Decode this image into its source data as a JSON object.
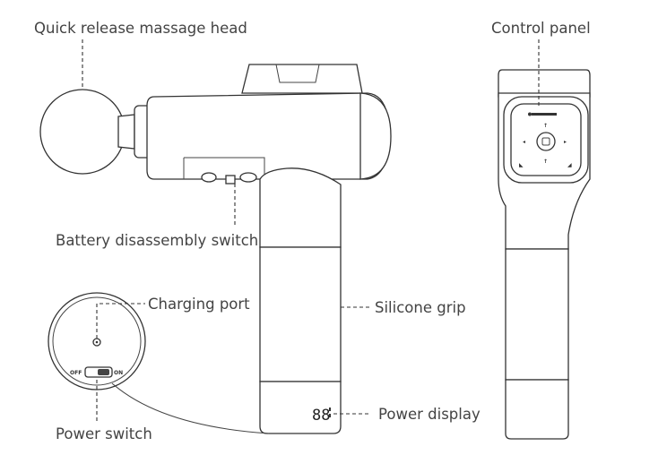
{
  "labels": {
    "massage_head": "Quick release massage head",
    "control_panel": "Control panel",
    "battery_switch": "Battery disassembly switch",
    "charging_port": "Charging port",
    "silicone_grip": "Silicone grip",
    "power_switch": "Power switch",
    "power_display": "Power display"
  },
  "switch_text": {
    "off": "OFF",
    "on": "ON"
  },
  "display_digits": "88"
}
